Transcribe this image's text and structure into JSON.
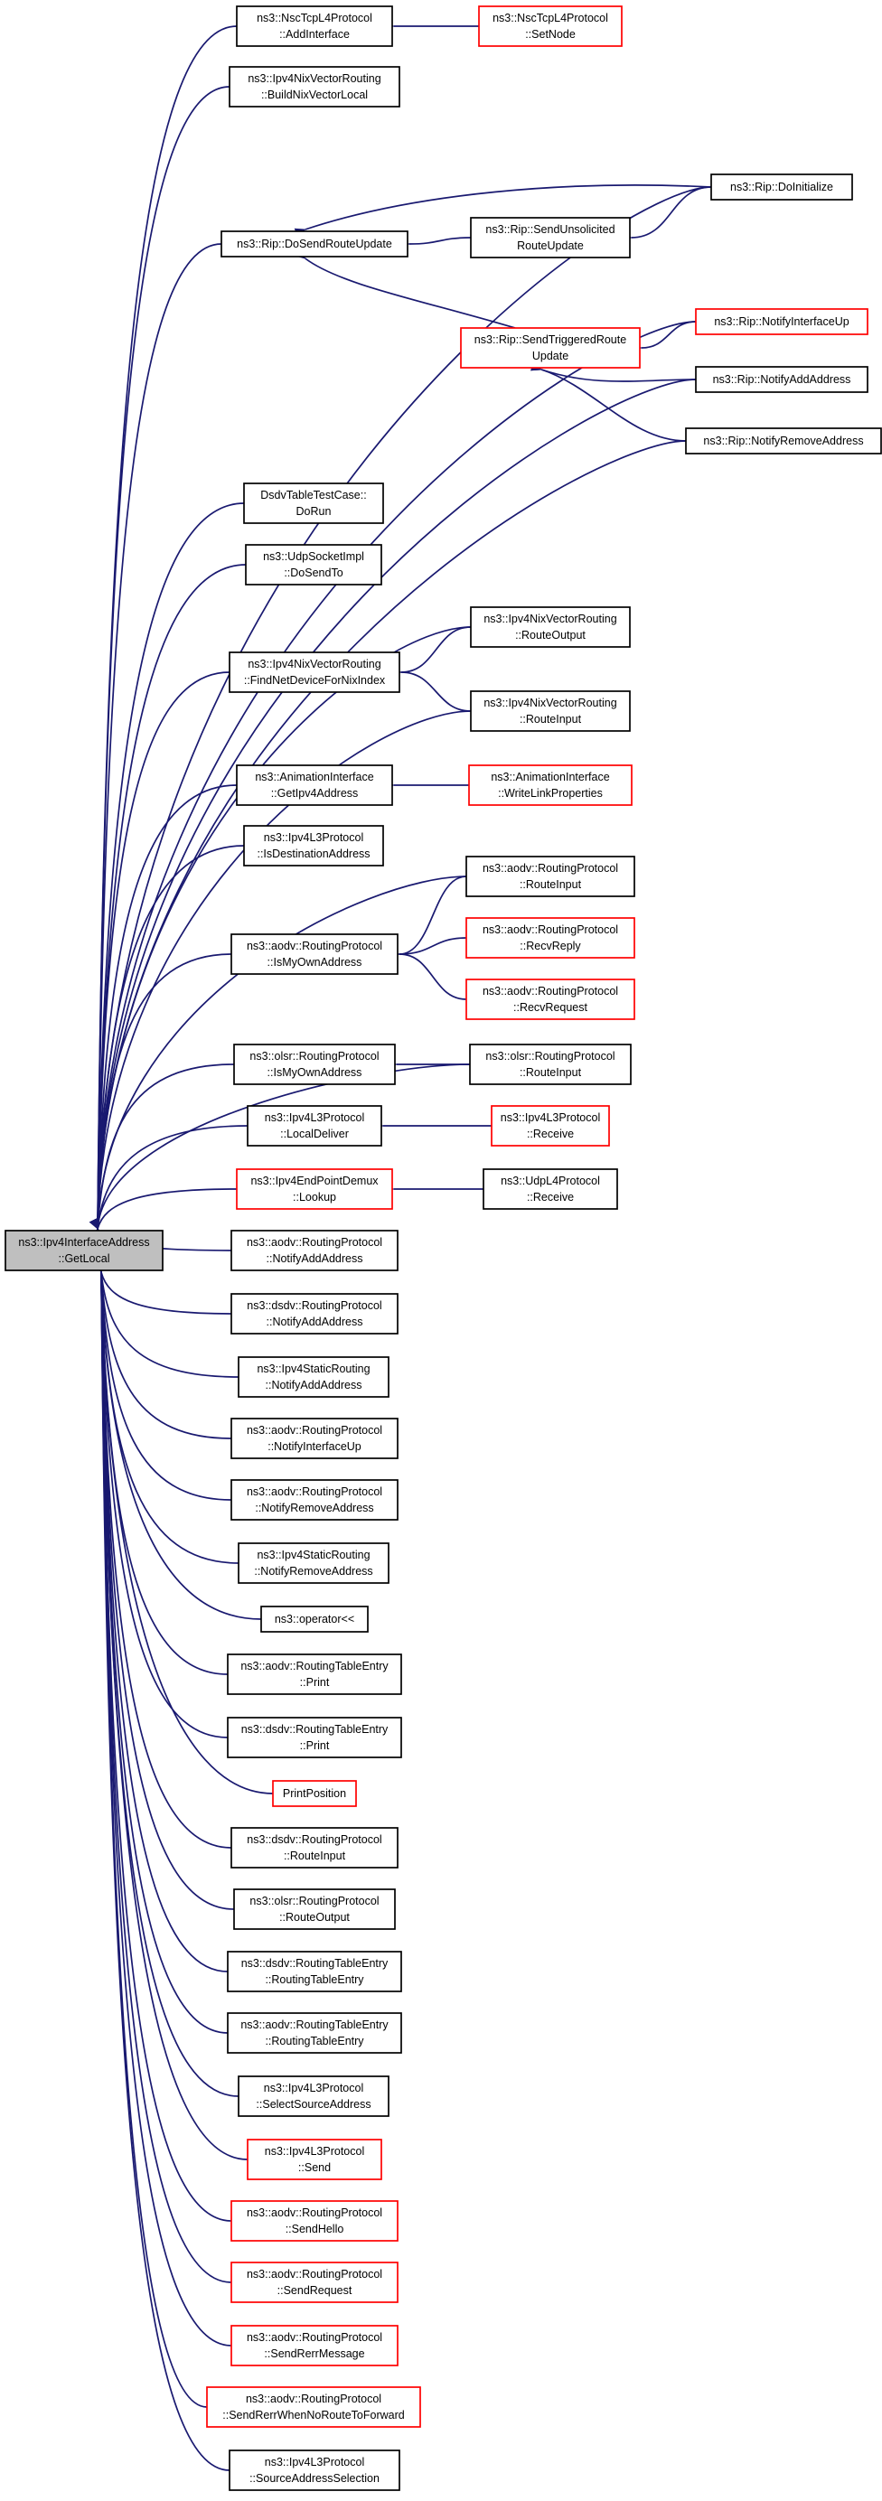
{
  "colors": {
    "edge": "#191970",
    "node_border_black": "#000000",
    "node_border_red": "#ff0000",
    "root_fill": "#bfbfbf",
    "node_fill": "#ffffff",
    "background": "#ffffff"
  },
  "nodes": [
    {
      "id": "root",
      "lines": [
        "ns3::Ipv4InterfaceAddress",
        "::GetLocal"
      ],
      "border": "gray"
    },
    {
      "id": "nsc_addif",
      "lines": [
        "ns3::NscTcpL4Protocol",
        "::AddInterface"
      ],
      "border": "black"
    },
    {
      "id": "nsc_setnode",
      "lines": [
        "ns3::NscTcpL4Protocol",
        "::SetNode"
      ],
      "border": "red"
    },
    {
      "id": "nix_buildlocal",
      "lines": [
        "ns3::Ipv4NixVectorRouting",
        "::BuildNixVectorLocal"
      ],
      "border": "black"
    },
    {
      "id": "rip_doinit",
      "lines": [
        "ns3::Rip::DoInitialize"
      ],
      "border": "black"
    },
    {
      "id": "rip_dosend",
      "lines": [
        "ns3::Rip::DoSendRouteUpdate"
      ],
      "border": "black"
    },
    {
      "id": "rip_sendunsol",
      "lines": [
        "ns3::Rip::SendUnsolicited",
        "RouteUpdate"
      ],
      "border": "black"
    },
    {
      "id": "rip_notifyifup",
      "lines": [
        "ns3::Rip::NotifyInterfaceUp"
      ],
      "border": "red"
    },
    {
      "id": "rip_sendtrig",
      "lines": [
        "ns3::Rip::SendTriggeredRoute",
        "Update"
      ],
      "border": "red"
    },
    {
      "id": "rip_notifyadd",
      "lines": [
        "ns3::Rip::NotifyAddAddress"
      ],
      "border": "black"
    },
    {
      "id": "rip_notifyrem",
      "lines": [
        "ns3::Rip::NotifyRemoveAddress"
      ],
      "border": "black"
    },
    {
      "id": "dsdv_test",
      "lines": [
        "DsdvTableTestCase::",
        "DoRun"
      ],
      "border": "black"
    },
    {
      "id": "udp_dosendto",
      "lines": [
        "ns3::UdpSocketImpl",
        "::DoSendTo"
      ],
      "border": "black"
    },
    {
      "id": "nix_routeoutput",
      "lines": [
        "ns3::Ipv4NixVectorRouting",
        "::RouteOutput"
      ],
      "border": "black"
    },
    {
      "id": "nix_findnetdev",
      "lines": [
        "ns3::Ipv4NixVectorRouting",
        "::FindNetDeviceForNixIndex"
      ],
      "border": "black"
    },
    {
      "id": "nix_routeinput",
      "lines": [
        "ns3::Ipv4NixVectorRouting",
        "::RouteInput"
      ],
      "border": "black"
    },
    {
      "id": "anim_getipv4",
      "lines": [
        "ns3::AnimationInterface",
        "::GetIpv4Address"
      ],
      "border": "black"
    },
    {
      "id": "anim_writelink",
      "lines": [
        "ns3::AnimationInterface",
        "::WriteLinkProperties"
      ],
      "border": "red"
    },
    {
      "id": "ipv4l3_isdest",
      "lines": [
        "ns3::Ipv4L3Protocol",
        "::IsDestinationAddress"
      ],
      "border": "black"
    },
    {
      "id": "aodv_routeinput",
      "lines": [
        "ns3::aodv::RoutingProtocol",
        "::RouteInput"
      ],
      "border": "black"
    },
    {
      "id": "aodv_ismyown",
      "lines": [
        "ns3::aodv::RoutingProtocol",
        "::IsMyOwnAddress"
      ],
      "border": "black"
    },
    {
      "id": "aodv_recvreply",
      "lines": [
        "ns3::aodv::RoutingProtocol",
        "::RecvReply"
      ],
      "border": "red"
    },
    {
      "id": "aodv_recvrequest",
      "lines": [
        "ns3::aodv::RoutingProtocol",
        "::RecvRequest"
      ],
      "border": "red"
    },
    {
      "id": "olsr_ismyown",
      "lines": [
        "ns3::olsr::RoutingProtocol",
        "::IsMyOwnAddress"
      ],
      "border": "black"
    },
    {
      "id": "olsr_routeinput",
      "lines": [
        "ns3::olsr::RoutingProtocol",
        "::RouteInput"
      ],
      "border": "black"
    },
    {
      "id": "ipv4l3_localdeliver",
      "lines": [
        "ns3::Ipv4L3Protocol",
        "::LocalDeliver"
      ],
      "border": "black"
    },
    {
      "id": "ipv4l3_receive",
      "lines": [
        "ns3::Ipv4L3Protocol",
        "::Receive"
      ],
      "border": "red"
    },
    {
      "id": "epdemux_lookup",
      "lines": [
        "ns3::Ipv4EndPointDemux",
        "::Lookup"
      ],
      "border": "red"
    },
    {
      "id": "udpl4_receive",
      "lines": [
        "ns3::UdpL4Protocol",
        "::Receive"
      ],
      "border": "black"
    },
    {
      "id": "aodv_notifyadd",
      "lines": [
        "ns3::aodv::RoutingProtocol",
        "::NotifyAddAddress"
      ],
      "border": "black"
    },
    {
      "id": "dsdv_notifyadd",
      "lines": [
        "ns3::dsdv::RoutingProtocol",
        "::NotifyAddAddress"
      ],
      "border": "black"
    },
    {
      "id": "static_notifyadd",
      "lines": [
        "ns3::Ipv4StaticRouting",
        "::NotifyAddAddress"
      ],
      "border": "black"
    },
    {
      "id": "aodv_notifyifup",
      "lines": [
        "ns3::aodv::RoutingProtocol",
        "::NotifyInterfaceUp"
      ],
      "border": "black"
    },
    {
      "id": "aodv_notifyrem",
      "lines": [
        "ns3::aodv::RoutingProtocol",
        "::NotifyRemoveAddress"
      ],
      "border": "black"
    },
    {
      "id": "static_notifyrem",
      "lines": [
        "ns3::Ipv4StaticRouting",
        "::NotifyRemoveAddress"
      ],
      "border": "black"
    },
    {
      "id": "op_shift",
      "lines": [
        "ns3::operator<<"
      ],
      "border": "black"
    },
    {
      "id": "aodv_rte_print",
      "lines": [
        "ns3::aodv::RoutingTableEntry",
        "::Print"
      ],
      "border": "black"
    },
    {
      "id": "dsdv_rte_print",
      "lines": [
        "ns3::dsdv::RoutingTableEntry",
        "::Print"
      ],
      "border": "black"
    },
    {
      "id": "print_position",
      "lines": [
        "PrintPosition"
      ],
      "border": "red"
    },
    {
      "id": "dsdv_routeinput",
      "lines": [
        "ns3::dsdv::RoutingProtocol",
        "::RouteInput"
      ],
      "border": "black"
    },
    {
      "id": "olsr_routeoutput",
      "lines": [
        "ns3::olsr::RoutingProtocol",
        "::RouteOutput"
      ],
      "border": "black"
    },
    {
      "id": "dsdv_rte_ctor",
      "lines": [
        "ns3::dsdv::RoutingTableEntry",
        "::RoutingTableEntry"
      ],
      "border": "black"
    },
    {
      "id": "aodv_rte_ctor",
      "lines": [
        "ns3::aodv::RoutingTableEntry",
        "::RoutingTableEntry"
      ],
      "border": "black"
    },
    {
      "id": "ipv4l3_selectsrc",
      "lines": [
        "ns3::Ipv4L3Protocol",
        "::SelectSourceAddress"
      ],
      "border": "black"
    },
    {
      "id": "ipv4l3_send",
      "lines": [
        "ns3::Ipv4L3Protocol",
        "::Send"
      ],
      "border": "red"
    },
    {
      "id": "aodv_sendhello",
      "lines": [
        "ns3::aodv::RoutingProtocol",
        "::SendHello"
      ],
      "border": "red"
    },
    {
      "id": "aodv_sendrequest",
      "lines": [
        "ns3::aodv::RoutingProtocol",
        "::SendRequest"
      ],
      "border": "red"
    },
    {
      "id": "aodv_sendrerr",
      "lines": [
        "ns3::aodv::RoutingProtocol",
        "::SendRerrMessage"
      ],
      "border": "red"
    },
    {
      "id": "aodv_sendrerr_noroute",
      "lines": [
        "ns3::aodv::RoutingProtocol",
        "::SendRerrWhenNoRouteToForward"
      ],
      "border": "red"
    },
    {
      "id": "ipv4l3_srcaddrsel",
      "lines": [
        "ns3::Ipv4L3Protocol",
        "::SourceAddressSelection"
      ],
      "border": "black"
    }
  ],
  "edges": [
    [
      "nsc_setnode",
      "nsc_addif"
    ],
    [
      "rip_doinit",
      "rip_dosend"
    ],
    [
      "rip_doinit",
      "rip_sendunsol"
    ],
    [
      "rip_sendunsol",
      "rip_dosend"
    ],
    [
      "rip_sendtrig",
      "rip_dosend"
    ],
    [
      "rip_notifyifup",
      "rip_sendtrig"
    ],
    [
      "rip_notifyadd",
      "rip_sendtrig"
    ],
    [
      "rip_notifyrem",
      "rip_sendtrig"
    ],
    [
      "nix_routeoutput",
      "nix_findnetdev"
    ],
    [
      "nix_routeinput",
      "nix_findnetdev"
    ],
    [
      "anim_writelink",
      "anim_getipv4"
    ],
    [
      "aodv_routeinput",
      "aodv_ismyown"
    ],
    [
      "aodv_recvreply",
      "aodv_ismyown"
    ],
    [
      "aodv_recvrequest",
      "aodv_ismyown"
    ],
    [
      "olsr_routeinput",
      "olsr_ismyown"
    ],
    [
      "ipv4l3_receive",
      "ipv4l3_localdeliver"
    ],
    [
      "udpl4_receive",
      "epdemux_lookup"
    ],
    [
      "nsc_addif",
      "root"
    ],
    [
      "nix_buildlocal",
      "root"
    ],
    [
      "rip_dosend",
      "root"
    ],
    [
      "rip_doinit",
      "root"
    ],
    [
      "rip_notifyifup",
      "root"
    ],
    [
      "rip_notifyadd",
      "root"
    ],
    [
      "rip_notifyrem",
      "root"
    ],
    [
      "dsdv_test",
      "root"
    ],
    [
      "udp_dosendto",
      "root"
    ],
    [
      "nix_routeoutput",
      "root"
    ],
    [
      "nix_findnetdev",
      "root"
    ],
    [
      "nix_routeinput",
      "root"
    ],
    [
      "anim_getipv4",
      "root"
    ],
    [
      "ipv4l3_isdest",
      "root"
    ],
    [
      "aodv_routeinput",
      "root"
    ],
    [
      "aodv_ismyown",
      "root"
    ],
    [
      "olsr_ismyown",
      "root"
    ],
    [
      "olsr_routeinput",
      "root"
    ],
    [
      "ipv4l3_localdeliver",
      "root"
    ],
    [
      "epdemux_lookup",
      "root"
    ],
    [
      "aodv_notifyadd",
      "root"
    ],
    [
      "dsdv_notifyadd",
      "root"
    ],
    [
      "static_notifyadd",
      "root"
    ],
    [
      "aodv_notifyifup",
      "root"
    ],
    [
      "aodv_notifyrem",
      "root"
    ],
    [
      "static_notifyrem",
      "root"
    ],
    [
      "op_shift",
      "root"
    ],
    [
      "aodv_rte_print",
      "root"
    ],
    [
      "dsdv_rte_print",
      "root"
    ],
    [
      "print_position",
      "root"
    ],
    [
      "dsdv_routeinput",
      "root"
    ],
    [
      "olsr_routeoutput",
      "root"
    ],
    [
      "dsdv_rte_ctor",
      "root"
    ],
    [
      "aodv_rte_ctor",
      "root"
    ],
    [
      "ipv4l3_selectsrc",
      "root"
    ],
    [
      "ipv4l3_send",
      "root"
    ],
    [
      "aodv_sendhello",
      "root"
    ],
    [
      "aodv_sendrequest",
      "root"
    ],
    [
      "aodv_sendrerr",
      "root"
    ],
    [
      "aodv_sendrerr_noroute",
      "root"
    ],
    [
      "ipv4l3_srcaddrsel",
      "root"
    ]
  ]
}
